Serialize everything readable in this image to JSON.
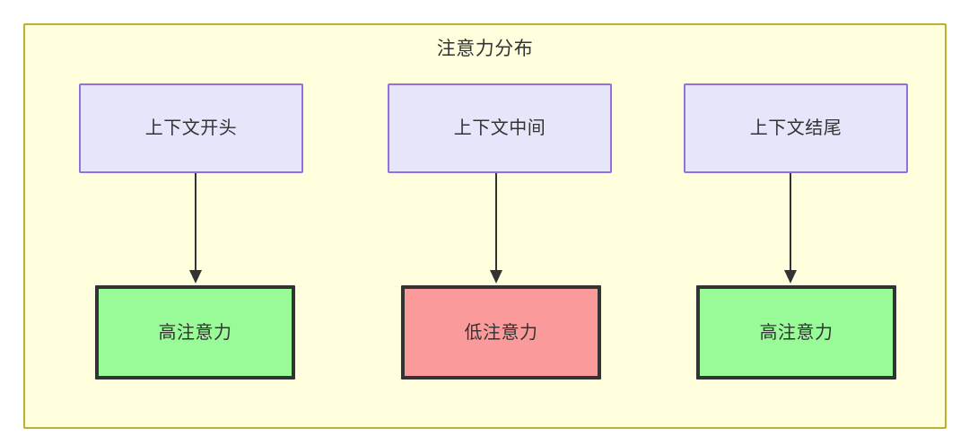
{
  "diagram": {
    "title": "注意力分布",
    "container": {
      "fill": "#ffffde",
      "stroke": "#bbb030"
    },
    "colors": {
      "source_fill": "#e6e6fa",
      "source_stroke": "#9370db",
      "high_fill": "#98fb98",
      "low_fill": "#fb9a9a",
      "node_stroke": "#333333",
      "text": "#333333",
      "page_background": "#ffffff"
    },
    "columns": [
      {
        "source_label": "上下文开头",
        "target_label": "高注意力",
        "target_state": "high"
      },
      {
        "source_label": "上下文中间",
        "target_label": "低注意力",
        "target_state": "low"
      },
      {
        "source_label": "上下文结尾",
        "target_label": "高注意力",
        "target_state": "high"
      }
    ]
  }
}
